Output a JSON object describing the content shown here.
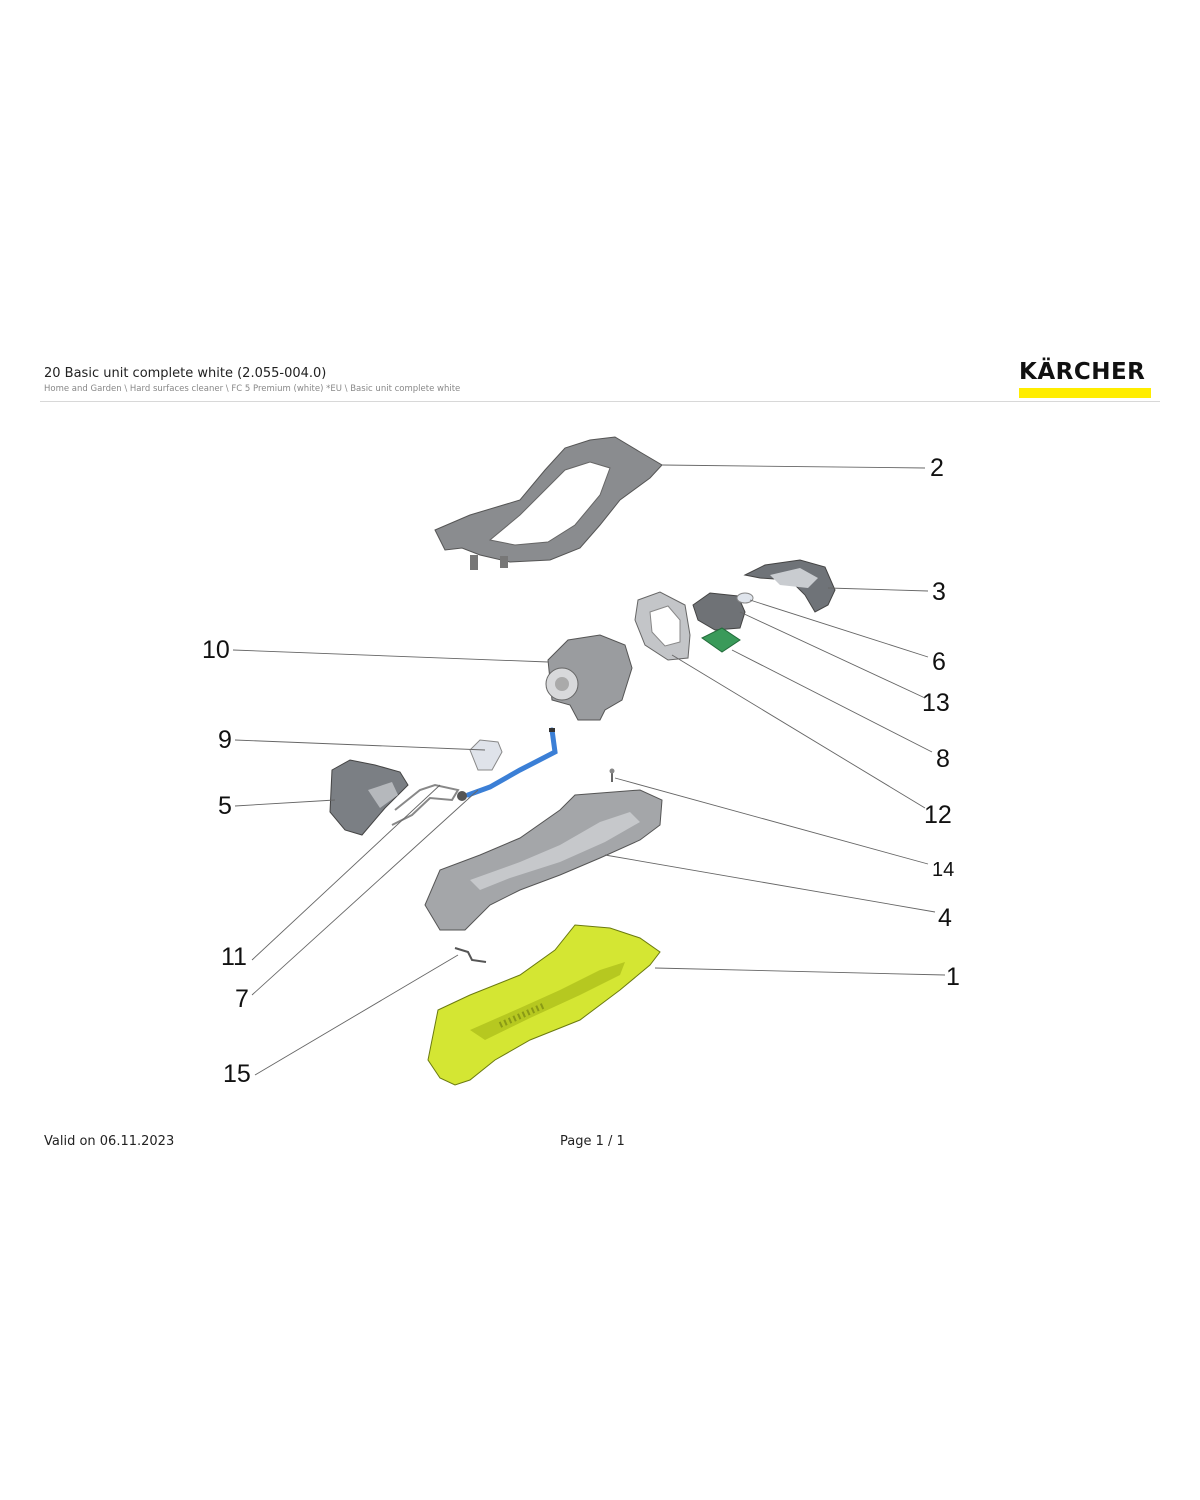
{
  "header": {
    "title": "20 Basic unit complete white (2.055-004.0)",
    "breadcrumb": "Home and Garden \\ Hard surfaces cleaner \\ FC 5 Premium (white) *EU \\ Basic unit complete white"
  },
  "logo": {
    "text": "KÄRCHER",
    "bar_color": "#ffed00"
  },
  "callouts": {
    "c1": "1",
    "c2": "2",
    "c3": "3",
    "c4": "4",
    "c5": "5",
    "c6": "6",
    "c7": "7",
    "c8": "8",
    "c9": "9",
    "c10": "10",
    "c11": "11",
    "c12": "12",
    "c13": "13",
    "c14": "14",
    "c15": "15"
  },
  "footer": {
    "valid": "Valid on 06.11.2023",
    "page": "Page 1 / 1"
  }
}
